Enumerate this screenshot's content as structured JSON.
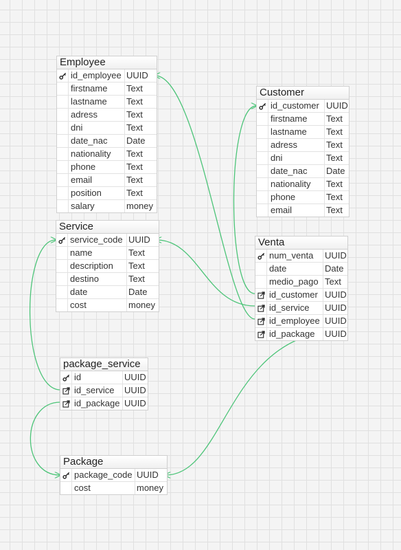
{
  "colors": {
    "connector": "#4cc478",
    "grid": "#e0e0e0",
    "background": "#f4f4f4"
  },
  "icons": {
    "pk": "key-icon",
    "fk": "external-link-icon"
  },
  "tables": {
    "employee": {
      "name": "Employee",
      "fields": [
        {
          "key": "pk",
          "name": "id_employee",
          "type": "UUID"
        },
        {
          "key": "",
          "name": "firstname",
          "type": "Text"
        },
        {
          "key": "",
          "name": "lastname",
          "type": "Text"
        },
        {
          "key": "",
          "name": "adress",
          "type": "Text"
        },
        {
          "key": "",
          "name": "dni",
          "type": "Text"
        },
        {
          "key": "",
          "name": "date_nac",
          "type": "Date"
        },
        {
          "key": "",
          "name": "nationality",
          "type": "Text"
        },
        {
          "key": "",
          "name": "phone",
          "type": "Text"
        },
        {
          "key": "",
          "name": "email",
          "type": "Text"
        },
        {
          "key": "",
          "name": "position",
          "type": "Text"
        },
        {
          "key": "",
          "name": "salary",
          "type": "money"
        }
      ]
    },
    "customer": {
      "name": "Customer",
      "fields": [
        {
          "key": "pk",
          "name": "id_customer",
          "type": "UUID"
        },
        {
          "key": "",
          "name": "firstname",
          "type": "Text"
        },
        {
          "key": "",
          "name": "lastname",
          "type": "Text"
        },
        {
          "key": "",
          "name": "adress",
          "type": "Text"
        },
        {
          "key": "",
          "name": "dni",
          "type": "Text"
        },
        {
          "key": "",
          "name": "date_nac",
          "type": "Date"
        },
        {
          "key": "",
          "name": "nationality",
          "type": "Text"
        },
        {
          "key": "",
          "name": "phone",
          "type": "Text"
        },
        {
          "key": "",
          "name": "email",
          "type": "Text"
        }
      ]
    },
    "service": {
      "name": "Service",
      "fields": [
        {
          "key": "pk",
          "name": "service_code",
          "type": "UUID"
        },
        {
          "key": "",
          "name": "name",
          "type": "Text"
        },
        {
          "key": "",
          "name": "description",
          "type": "Text"
        },
        {
          "key": "",
          "name": "destino",
          "type": "Text"
        },
        {
          "key": "",
          "name": "date",
          "type": "Date"
        },
        {
          "key": "",
          "name": "cost",
          "type": "money"
        }
      ]
    },
    "venta": {
      "name": "Venta",
      "fields": [
        {
          "key": "pk",
          "name": "num_venta",
          "type": "UUID"
        },
        {
          "key": "",
          "name": "date",
          "type": "Date"
        },
        {
          "key": "",
          "name": "medio_pago",
          "type": "Text"
        },
        {
          "key": "fk",
          "name": "id_customer",
          "type": "UUID"
        },
        {
          "key": "fk",
          "name": "id_service",
          "type": "UUID"
        },
        {
          "key": "fk",
          "name": "id_employee",
          "type": "UUID"
        },
        {
          "key": "fk",
          "name": "id_package",
          "type": "UUID"
        }
      ]
    },
    "package_service": {
      "name": "package_service",
      "fields": [
        {
          "key": "pk",
          "name": "id",
          "type": "UUID"
        },
        {
          "key": "fk",
          "name": "id_service",
          "type": "UUID"
        },
        {
          "key": "fk",
          "name": "id_package",
          "type": "UUID"
        }
      ]
    },
    "package": {
      "name": "Package",
      "fields": [
        {
          "key": "pk",
          "name": "package_code",
          "type": "UUID"
        },
        {
          "key": "",
          "name": "cost",
          "type": "money"
        }
      ]
    }
  }
}
